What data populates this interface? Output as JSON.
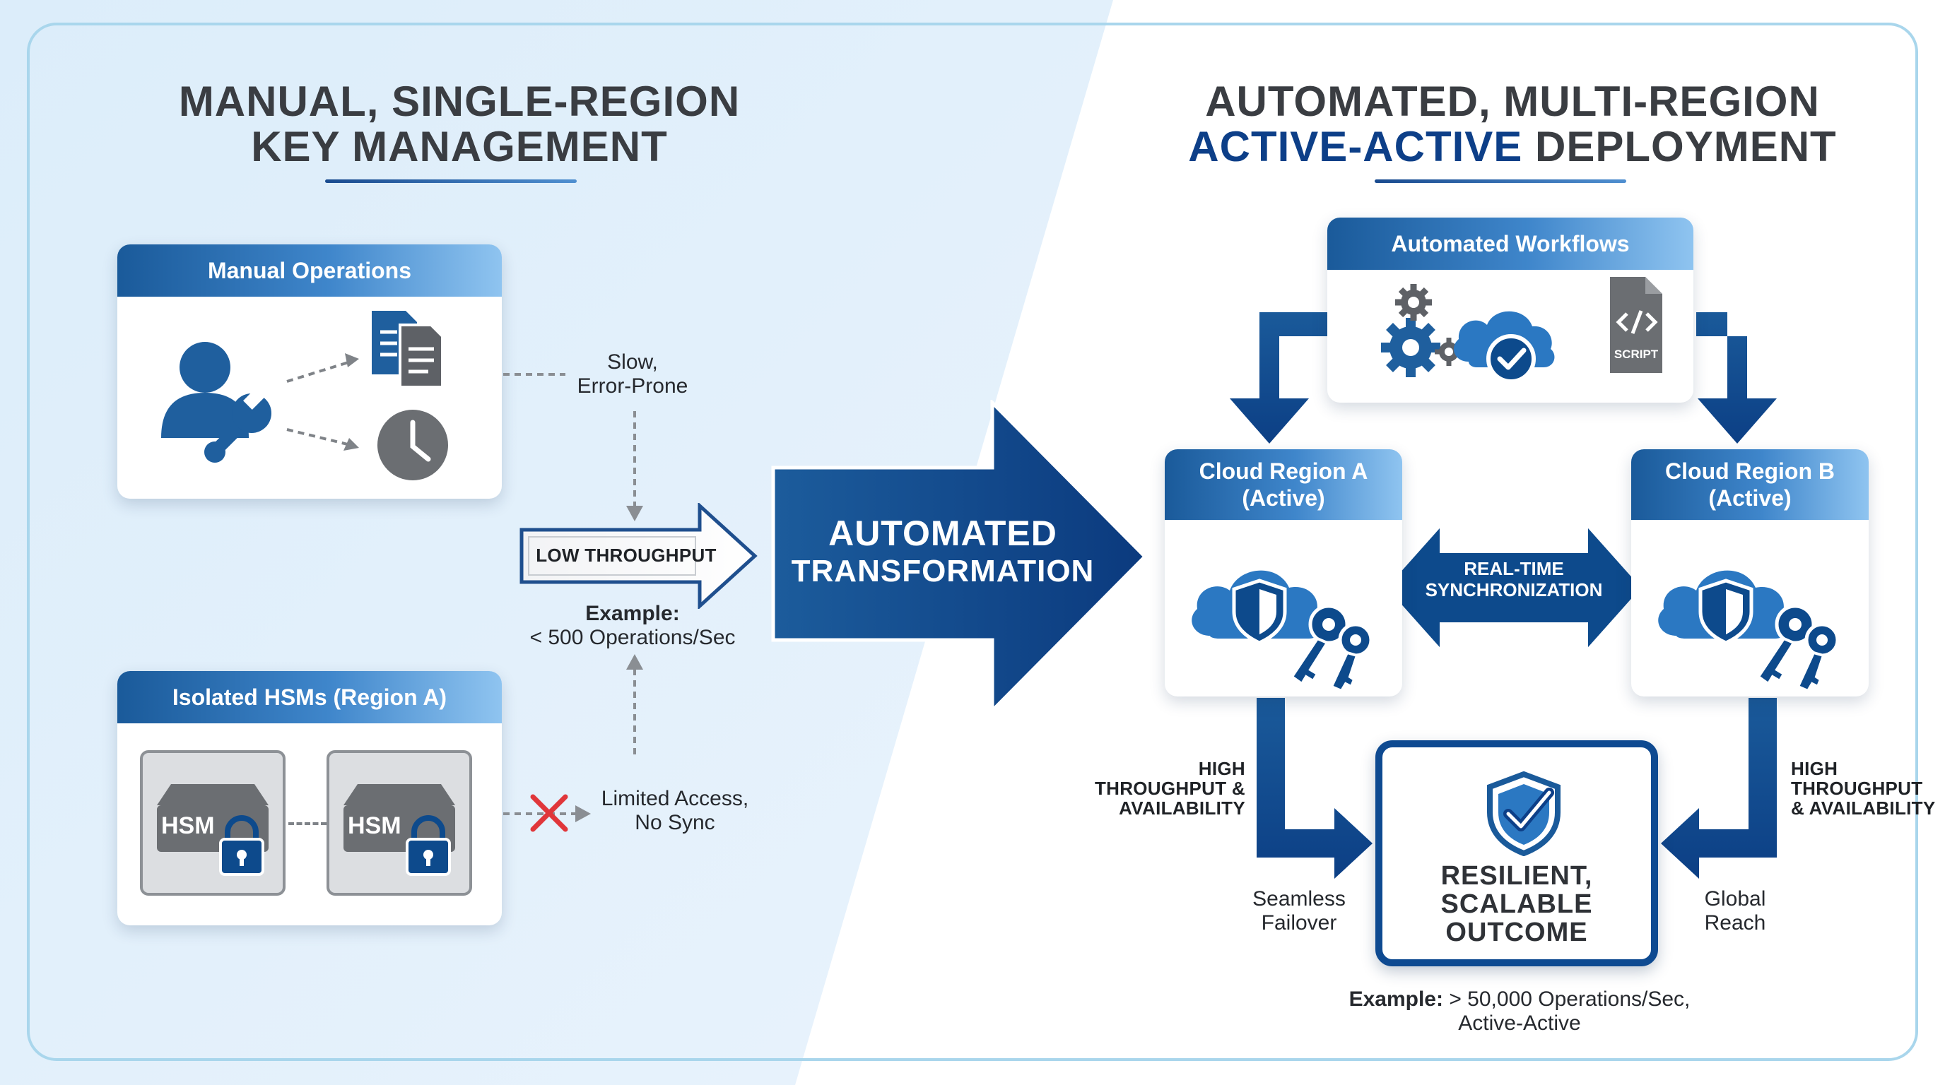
{
  "left": {
    "title_line1": "MANUAL, SINGLE-REGION",
    "title_line2": "KEY MANAGEMENT",
    "manual_ops": {
      "header": "Manual Operations"
    },
    "slow_label": {
      "line1": "Slow,",
      "line2": "Error-Prone"
    },
    "low_throughput": "LOW THROUGHPUT",
    "example": {
      "label": "Example:",
      "value": "< 500 Operations/Sec"
    },
    "hsm_card": {
      "header": "Isolated HSMs (Region A)",
      "hsm_label": "HSM"
    },
    "limited": {
      "line1": "Limited Access,",
      "line2": "No Sync"
    }
  },
  "center": {
    "line1": "AUTOMATED",
    "line2": "TRANSFORMATION"
  },
  "right": {
    "title_line1": "AUTOMATED, MULTI-REGION",
    "title_accent": "ACTIVE-ACTIVE",
    "title_rest": " DEPLOYMENT",
    "workflows": {
      "header": "Automated Workflows",
      "script_label": "SCRIPT"
    },
    "region_a": {
      "line1": "Cloud Region A",
      "line2": "(Active)"
    },
    "region_b": {
      "line1": "Cloud Region B",
      "line2": "(Active)"
    },
    "sync": {
      "line1": "REAL-TIME",
      "line2": "SYNCHRONIZATION"
    },
    "throughput_left": {
      "line1": "HIGH",
      "line2": "THROUGHPUT &",
      "line3": "AVAILABILITY"
    },
    "throughput_right": {
      "line1": "HIGH",
      "line2": "THROUGHPUT",
      "line3": "& AVAILABILITY"
    },
    "failover": {
      "line1": "Seamless",
      "line2": "Failover"
    },
    "reach": {
      "line1": "Global",
      "line2": "Reach"
    },
    "outcome": {
      "line1": "RESILIENT,",
      "line2": "SCALABLE",
      "line3": "OUTCOME"
    },
    "example": {
      "label": "Example:",
      "value": " > 50,000 Operations/Sec,",
      "line2": "Active-Active"
    }
  },
  "colors": {
    "navy": "#0d3f88",
    "blue": "#1a5a9a",
    "light_panel": "#e2f0fb",
    "red_x": "#e0363a",
    "gray_icon": "#6b6e72"
  }
}
